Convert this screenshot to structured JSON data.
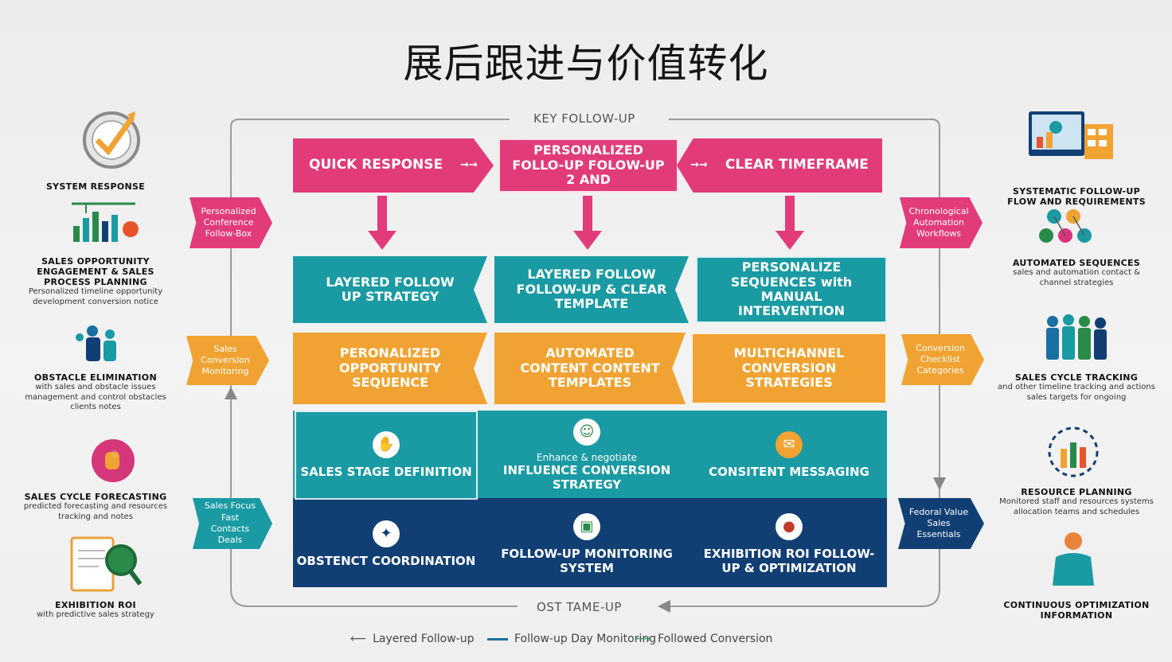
{
  "title": "展后跟进与价值转化",
  "top_label": "KEY FOLLOW-UP",
  "bottom_label": "OST TAME-UP",
  "row1": {
    "a": "QUICK RESPONSE",
    "b": "PERSONALIZED FOLLO-UP FOLOW-UP 2 AND",
    "c": "CLEAR TIMEFRAME"
  },
  "row2": {
    "a": "LAYERED FOLLOW UP STRATEGY",
    "b": "LAYERED FOLLOW FOLLOW-UP & CLEAR TEMPLATE",
    "c": "PERSONALIZE SEQUENCES with MANUAL INTERVENTION"
  },
  "row3": {
    "a": "PERONALIZED OPPORTUNITY SEQUENCE",
    "b": "AUTOMATED CONTENT CONTENT TEMPLATES",
    "c": "MULTICHANNEL CONVERSION STRATEGIES"
  },
  "block_top": {
    "a": "SALES STAGE DEFINITION",
    "b_sub": "Enhance & negotiate",
    "b": "INFLUENCE CONVERSION STRATEGY",
    "c": "CONSITENT MESSAGING"
  },
  "block_bottom": {
    "a": "OBSTENCT COORDINATION",
    "b": "FOLLOW-UP MONITORING SYSTEM",
    "c": "EXHIBITION ROI FOLLOW-UP & OPTIMIZATION"
  },
  "left_tags": [
    "Personalized Conference Follow-Box",
    "Sales Conversion Monitoring",
    "Sales Focus Fast Contacts Deals"
  ],
  "right_tags": [
    "Chronological Automation Workflows",
    "Conversion Checklist Categories",
    "Fedoral Value Sales Essentials"
  ],
  "left_items": [
    {
      "title": "SYSTEM RESPONSE",
      "text": ""
    },
    {
      "title": "SALES OPPORTUNITY ENGAGEMENT & SALES PROCESS PLANNING",
      "text": "Personalized timeline opportunity development conversion notice"
    },
    {
      "title": "OBSTACLE ELIMINATION",
      "text": "with sales and obstacle issues management and control obstacles clients notes"
    },
    {
      "title": "SALES CYCLE FORECASTING",
      "text": "predicted forecasting and resources tracking and notes"
    },
    {
      "title": "EXHIBITION ROI",
      "text": "with predictive sales strategy"
    }
  ],
  "right_items": [
    {
      "title": "SYSTEMATIC FOLLOW-UP FLOW AND REQUIREMENTS",
      "text": ""
    },
    {
      "title": "AUTOMATED SEQUENCES",
      "text": "sales and automation contact & channel strategies"
    },
    {
      "title": "SALES CYCLE TRACKING",
      "text": "and other timeline tracking and actions sales targets for ongoing"
    },
    {
      "title": "RESOURCE PLANNING",
      "text": "Monitored staff and resources systems allocation teams and schedules"
    },
    {
      "title": "CONTINUOUS OPTIMIZATION INFORMATION",
      "text": ""
    }
  ],
  "legend": [
    {
      "label": "Layered Follow-up",
      "color": "#555555"
    },
    {
      "label": "Follow-up Day Monitoring",
      "color": "#1a6fa3"
    },
    {
      "label": "Followed Conversion",
      "color": "#3a9a6a"
    }
  ],
  "colors": {
    "pink": "#e23b7a",
    "teal": "#1a9aa3",
    "orange": "#f0a332",
    "navy": "#113f74"
  }
}
